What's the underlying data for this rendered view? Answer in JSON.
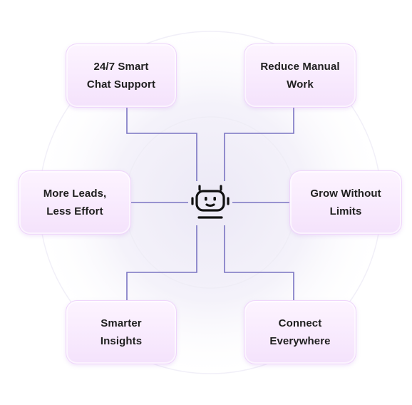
{
  "hub": {
    "icon": "robot-icon"
  },
  "cards": {
    "top_left": {
      "line1": "24/7 Smart",
      "line2": "Chat Support"
    },
    "top_right": {
      "line1": "Reduce Manual",
      "line2": "Work"
    },
    "middle_left": {
      "line1": "More Leads,",
      "line2": "Less Effort"
    },
    "middle_right": {
      "line1": "Grow Without",
      "line2": "Limits"
    },
    "bottom_left": {
      "line1": "Smarter",
      "line2": "Insights"
    },
    "bottom_right": {
      "line1": "Connect",
      "line2": "Everywhere"
    }
  },
  "colors": {
    "connector": "#7a74c2",
    "card_top": "#fdf4ff",
    "card_bottom": "#f4e2fc",
    "card_border": "#efd6fb",
    "text": "#1f1f1f",
    "icon": "#111111"
  }
}
